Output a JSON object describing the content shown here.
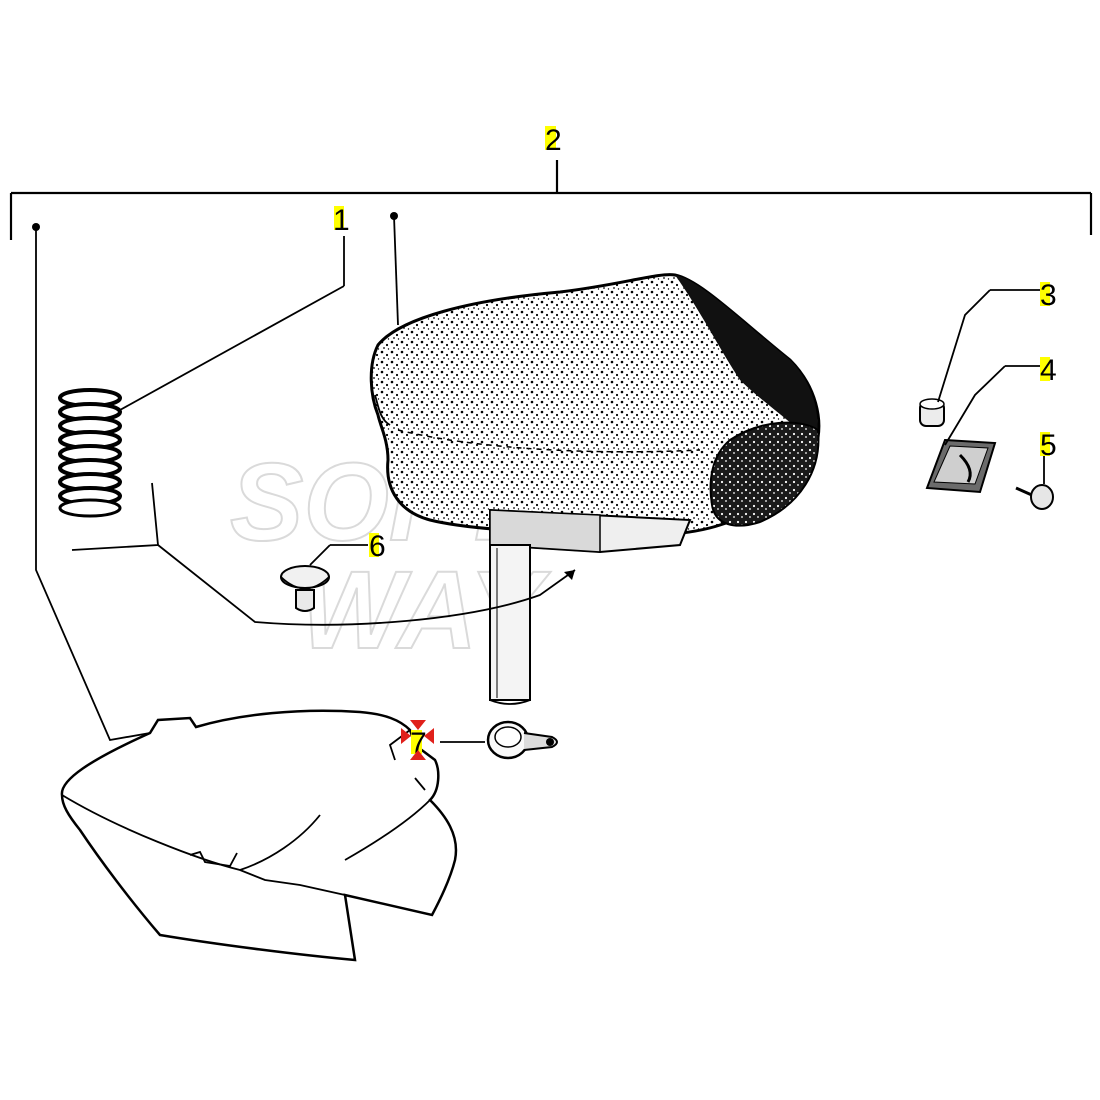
{
  "callouts": [
    {
      "id": "1",
      "text": "1"
    },
    {
      "id": "2",
      "text": "2"
    },
    {
      "id": "3",
      "text": "3"
    },
    {
      "id": "4",
      "text": "4"
    },
    {
      "id": "5",
      "text": "5"
    },
    {
      "id": "6",
      "text": "6"
    },
    {
      "id": "7",
      "text": "7"
    }
  ],
  "watermark": {
    "line1": "SOFT",
    "line2": "WAY"
  },
  "colors": {
    "label_highlight": "#ffff00",
    "selected_marker": "#e0201b",
    "ink": "#000000"
  }
}
